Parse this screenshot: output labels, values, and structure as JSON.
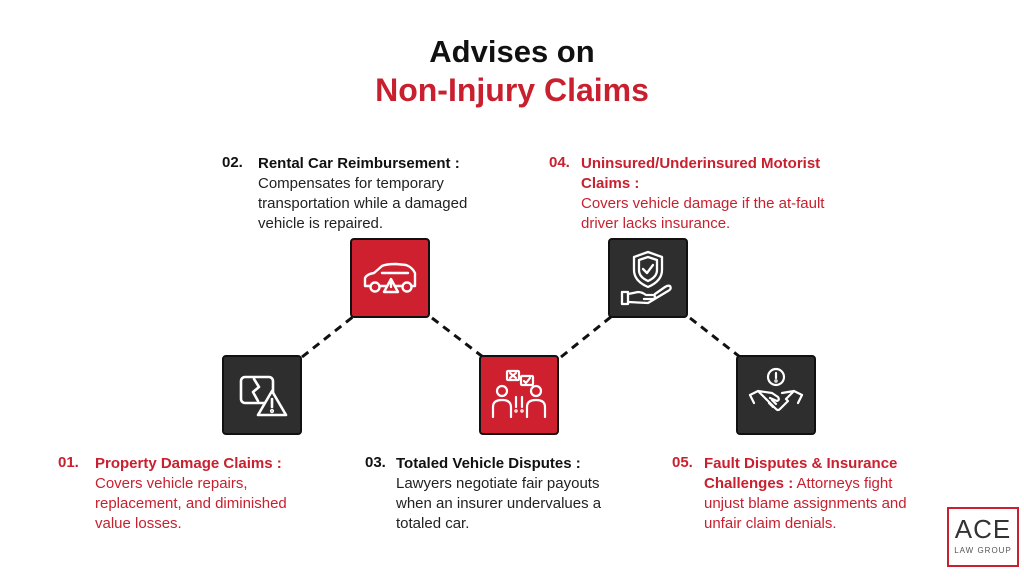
{
  "title": {
    "line1": "Advises on",
    "line2": "Non-Injury Claims"
  },
  "colors": {
    "accent": "#cf2030",
    "dark": "#2e2e2e",
    "text": "#111111"
  },
  "items": [
    {
      "number": "01.",
      "heading": "Property Damage Claims :",
      "description": "Covers vehicle repairs, replacement, and diminished value losses.",
      "icon": "cracked-phone-warning-icon",
      "style": "dark-node-red-text"
    },
    {
      "number": "02.",
      "heading": "Rental Car Reimbursement :",
      "description": "Compensates for temporary transportation while a damaged vehicle is repaired.",
      "icon": "car-warning-icon",
      "style": "red-node-black-text"
    },
    {
      "number": "03.",
      "heading": "Totaled Vehicle Disputes :",
      "description": "Lawyers negotiate fair payouts when an insurer undervalues a totaled car.",
      "icon": "people-dispute-icon",
      "style": "red-node-black-text"
    },
    {
      "number": "04.",
      "heading": "Uninsured/Underinsured Motorist Claims :",
      "description": "Covers vehicle damage if the at-fault driver lacks insurance.",
      "icon": "shield-hand-icon",
      "style": "dark-node-red-text"
    },
    {
      "number": "05.",
      "heading": "Fault Disputes & Insurance Challenges :",
      "description": "Attorneys fight unjust blame assignments and unfair claim denials.",
      "icon": "handshake-alert-icon",
      "style": "dark-node-red-text"
    }
  ],
  "logo": {
    "brand": "ACE",
    "subtitle": "LAW GROUP"
  }
}
